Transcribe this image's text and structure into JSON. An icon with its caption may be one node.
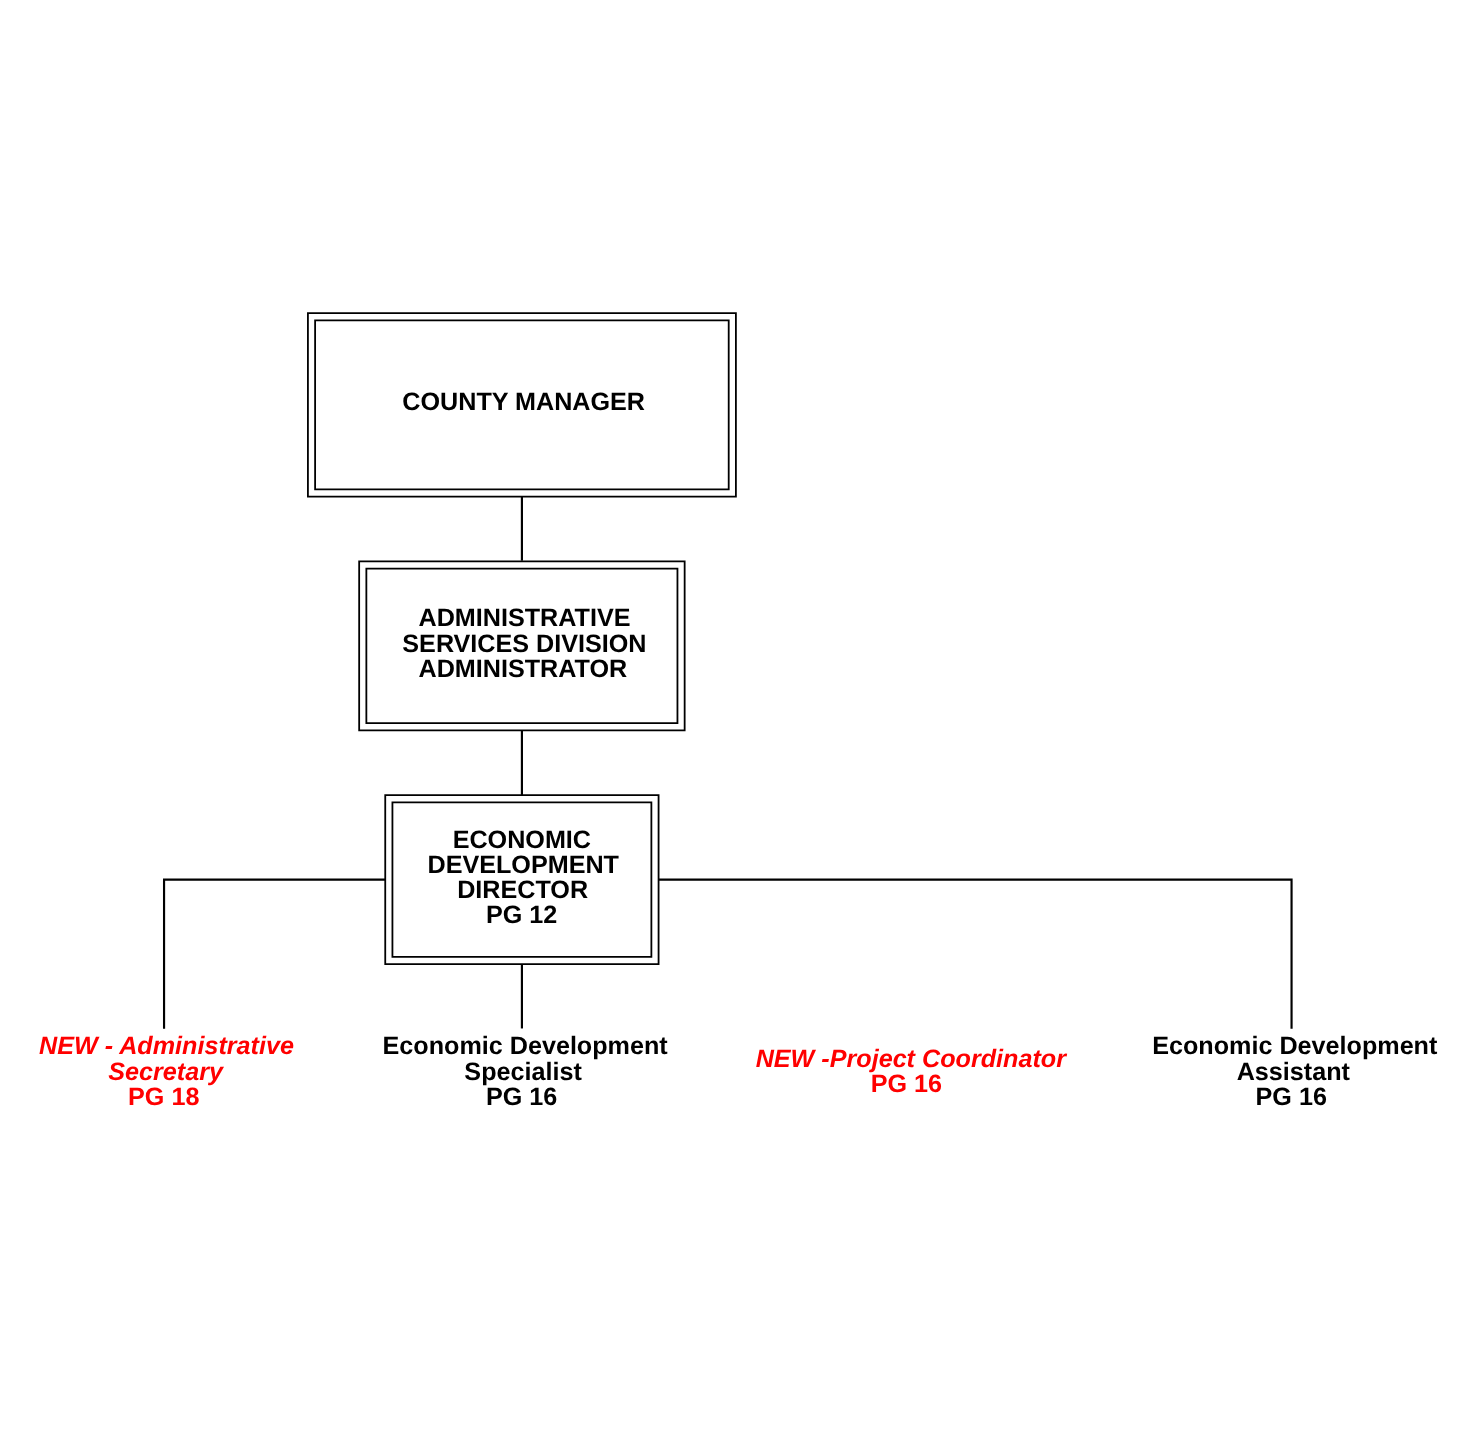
{
  "diagram": {
    "nodes": [
      {
        "text": [
          "COUNTY MANAGER"
        ]
      },
      {
        "text": [
          "ADMINISTRATIVE SERVICES DIVISION ADMINISTRATOR"
        ]
      },
      {
        "text": [
          "ECONOMIC DEVELOPMENT DIRECTOR",
          "PG 12"
        ]
      },
      {
        "text": [
          "NEW - Administrative Secretary",
          "PG 18"
        ]
      },
      {
        "text": [
          "Economic Development Specialist",
          "PG 16"
        ]
      },
      {
        "text": [
          "NEW -Project Coordinator",
          "PG 16"
        ]
      },
      {
        "text": [
          "Economic Development Assistant",
          "PG 16"
        ]
      }
    ],
    "edges": [
      {
        "from": 0,
        "to": 1,
        "arrow": "none"
      },
      {
        "from": 1,
        "to": 2,
        "arrow": "none"
      },
      {
        "from": 2,
        "to": 3,
        "arrow": "none"
      },
      {
        "from": 2,
        "to": 4,
        "arrow": "none"
      },
      {
        "from": 2,
        "to": 6,
        "arrow": "none"
      }
    ]
  }
}
